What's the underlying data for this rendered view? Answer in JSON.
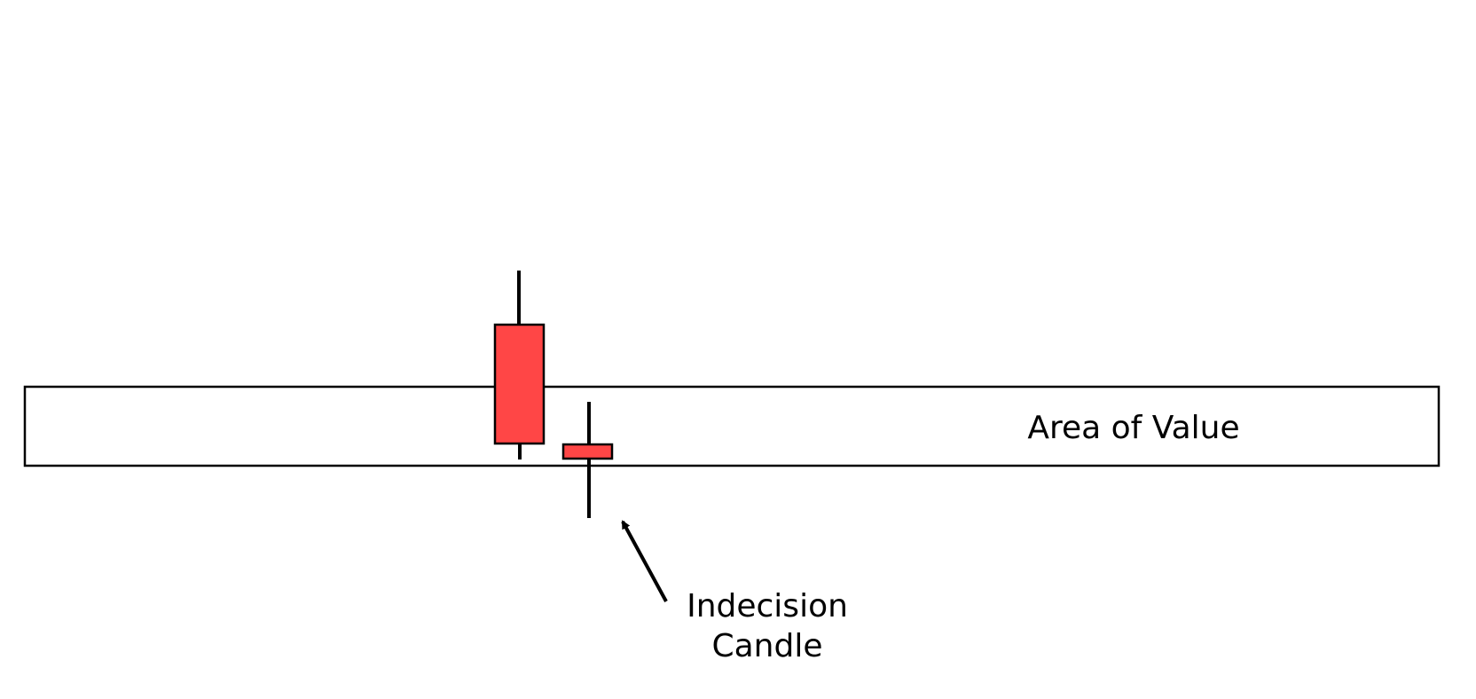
{
  "zone": {
    "label": "Area of Value"
  },
  "annotation": {
    "line1": "Indecision",
    "line2": "Candle"
  },
  "candles": [
    {
      "name": "bearish-candle",
      "kind": "bearish"
    },
    {
      "name": "indecision-candle",
      "kind": "bearish"
    }
  ],
  "colors": {
    "candle_fill": "#ff4646",
    "stroke": "#000000",
    "background": "#ffffff"
  }
}
